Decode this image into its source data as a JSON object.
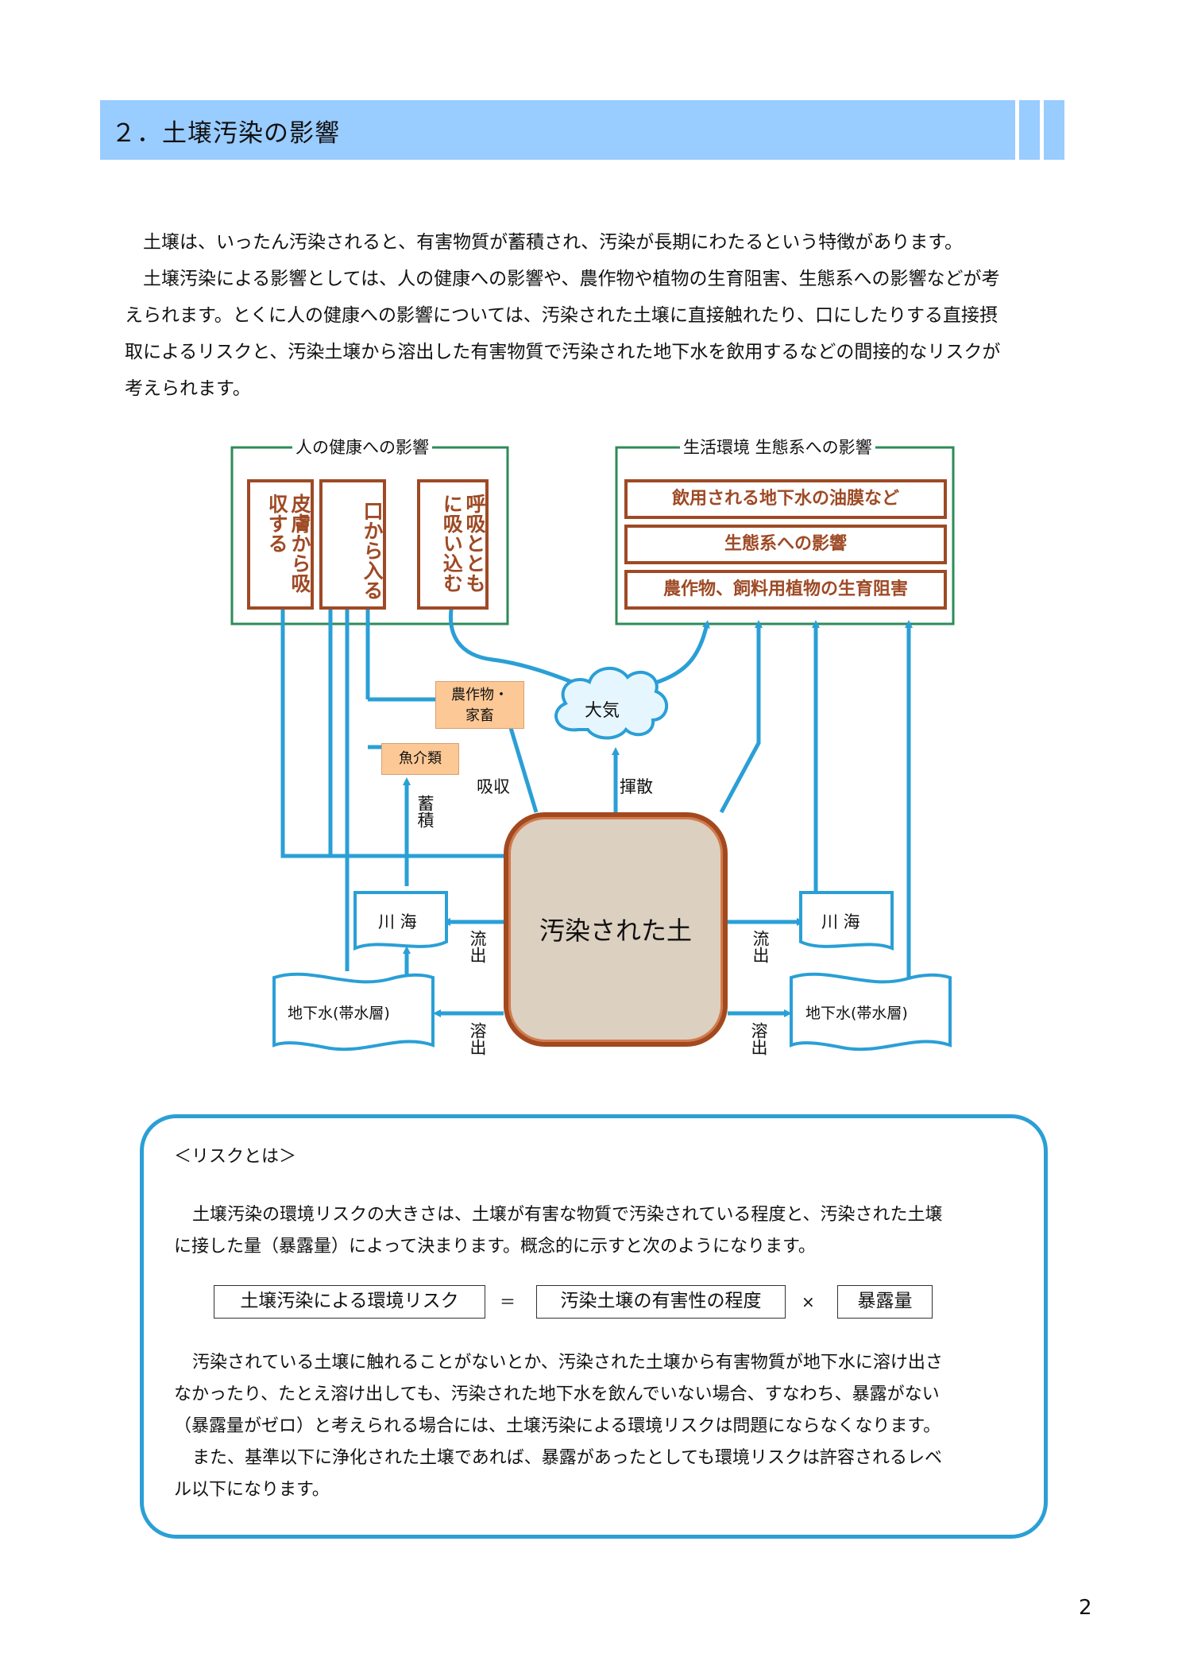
{
  "header": {
    "title": "２．土壌汚染の影響",
    "color": "#99ccff"
  },
  "intro": {
    "p1": "土壌は、いったん汚染されると、有害物質が蓄積され、汚染が長期にわたるという特徴があります。",
    "p2_line1": "土壌汚染による影響としては、人の健康への影響や、農作物や植物の生育阻害、生態系への影響などが考",
    "p2_line2": "えられます。とくに人の健康への影響については、汚染された土壌に直接触れたり、口にしたりする直接摂",
    "p2_line3": "取によるリスクと、汚染土壌から溶出した有害物質で汚染された地下水を飲用するなどの間接的なリスクが",
    "p2_line4": "考えられます。"
  },
  "diagram": {
    "health_group": {
      "label": "人の健康への影響",
      "items": [
        "皮膚から吸収する",
        "口から入る",
        "呼吸とともに吸い込む"
      ]
    },
    "environment_group": {
      "label": "生活環境 生態系への影響",
      "items": [
        "飲用される地下水の油膜など",
        "生態系への影響",
        "農作物、飼料用植物の生育阻害"
      ]
    },
    "crops_livestock": "農作物・\n家畜",
    "seafood": "魚介類",
    "atmosphere": "大気",
    "absorption": "吸収",
    "volatilization": "揮散",
    "accumulation": "蓄積",
    "soil": "汚染された土",
    "river_sea_left": "川 海",
    "river_sea_right": "川 海",
    "outflow_left": "流出",
    "outflow_right": "流出",
    "groundwater_left": "地下水(帯水層)",
    "groundwater_right": "地下水(帯水層)",
    "leaching_left": "溶出",
    "leaching_right": "溶出",
    "colors": {
      "green": "#2e8b57",
      "brown": "#9e4a25",
      "arrow": "#2a9fd6",
      "orange": "#fcc896"
    }
  },
  "risk": {
    "title": "＜リスクとは＞",
    "p1_line1": "土壌汚染の環境リスクの大きさは、土壌が有害な物質で汚染されている程度と、汚染された土壌",
    "p1_line2": "に接した量（暴露量）によって決まります。概念的に示すと次のようになります。",
    "formula": {
      "lhs": "土壌汚染による環境リスク",
      "eq": "＝",
      "term1": "汚染土壌の有害性の程度",
      "times": "×",
      "term2": "暴露量"
    },
    "p2_line1": "汚染されている土壌に触れることがないとか、汚染された土壌から有害物質が地下水に溶け出さ",
    "p2_line2": "なかったり、たとえ溶け出しても、汚染された地下水を飲んでいない場合、すなわち、暴露がない",
    "p2_line3": "（暴露量がゼロ）と考えられる場合には、土壌汚染による環境リスクは問題にならなくなります。",
    "p3_line1": "また、基準以下に浄化された土壌であれば、暴露があったとしても環境リスクは許容されるレベ",
    "p3_line2": "ル以下になります。"
  },
  "page_number": "2"
}
